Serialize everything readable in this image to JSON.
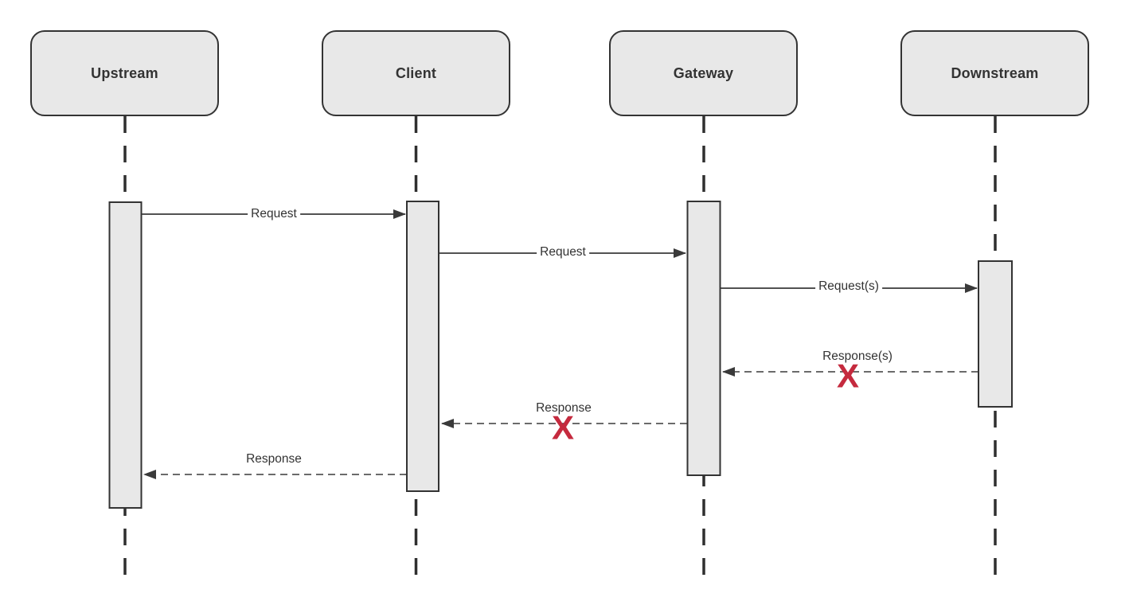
{
  "diagram": {
    "type": "sequence",
    "actors": [
      {
        "id": "upstream",
        "name": "Upstream"
      },
      {
        "id": "client",
        "name": "Client"
      },
      {
        "id": "gateway",
        "name": "Gateway"
      },
      {
        "id": "downstream",
        "name": "Downstream"
      }
    ],
    "messages": [
      {
        "label": "Request",
        "from": "Upstream",
        "to": "Client",
        "style": "solid",
        "failed": false
      },
      {
        "label": "Request",
        "from": "Client",
        "to": "Gateway",
        "style": "solid",
        "failed": false
      },
      {
        "label": "Request(s)",
        "from": "Gateway",
        "to": "Downstream",
        "style": "solid",
        "failed": false
      },
      {
        "label": "Response(s)",
        "from": "Downstream",
        "to": "Gateway",
        "style": "dashed",
        "failed": true
      },
      {
        "label": "Response",
        "from": "Gateway",
        "to": "Client",
        "style": "dashed",
        "failed": true
      },
      {
        "label": "Response",
        "from": "Client",
        "to": "Upstream",
        "style": "dashed",
        "failed": false
      }
    ],
    "failure_marker": "X",
    "colors": {
      "shape_fill": "#e8e8e8",
      "stroke": "#333333",
      "failure_red": "#c52a3e",
      "background": "#ffffff"
    }
  }
}
